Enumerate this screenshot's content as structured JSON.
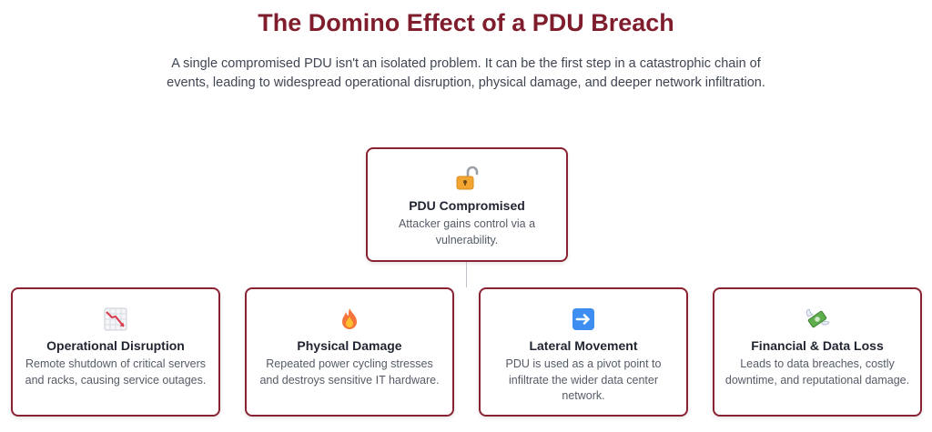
{
  "header": {
    "title": "The Domino Effect of a PDU Breach",
    "subtitle": "A single compromised PDU isn't an isolated problem. It can be the first step in a catastrophic chain of events, leading to widespread operational disruption, physical damage, and deeper network infiltration."
  },
  "root": {
    "icon": "open-lock-icon",
    "title": "PDU Compromised",
    "description": "Attacker gains control via a vulnerability."
  },
  "effects": [
    {
      "icon": "chart-decreasing-icon",
      "title": "Operational Disruption",
      "description": "Remote shutdown of critical servers and racks, causing service outages."
    },
    {
      "icon": "fire-icon",
      "title": "Physical Damage",
      "description": "Repeated power cycling stresses and destroys sensitive IT hardware."
    },
    {
      "icon": "right-arrow-icon",
      "title": "Lateral Movement",
      "description": "PDU is used as a pivot point to infiltrate the wider data center network."
    },
    {
      "icon": "money-with-wings-icon",
      "title": "Financial & Data Loss",
      "description": "Leads to data breaches, costly downtime, and reputational damage."
    }
  ],
  "colors": {
    "accent": "#7f1d2d",
    "card_border": "#8b2233",
    "text_dark": "#1f2430",
    "text_muted": "#555b66"
  }
}
